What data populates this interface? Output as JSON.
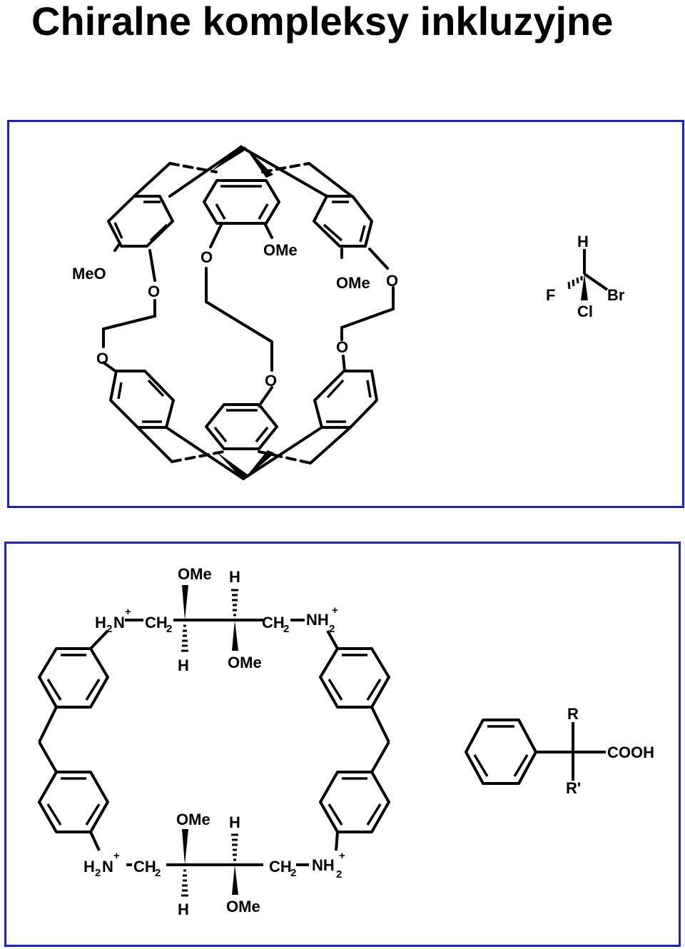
{
  "title": "Chiralne kompleksy inkluzyjne",
  "colors": {
    "panel_border": "#1a22c8",
    "ink": "#000000"
  },
  "panel1": {
    "cage": {
      "meo_left": "MeO",
      "o_left_upper": "O",
      "o_mid_upper": "O",
      "ome_mid": "OMe",
      "ome_right": "OMe",
      "o_right_upper": "O",
      "o_left_lower": "O",
      "o_mid_lower": "O",
      "o_right_lower": "O"
    },
    "chbrclf": {
      "h": "H",
      "f": "F",
      "br": "Br",
      "cl": "Cl"
    }
  },
  "panel2": {
    "macrocycle": {
      "top": {
        "h": "H",
        "h_sub": "2",
        "n": "N",
        "plus_left": "+",
        "ch_left": "CH",
        "ch_left_sub": "2",
        "ome_up": "OMe",
        "h_up": "H",
        "h_down": "H",
        "ome_down": "OMe",
        "ch_right": "CH",
        "ch_right_sub": "2",
        "nh_right": "NH",
        "nh_right_sub": "2",
        "plus_right": "+"
      },
      "bottom": {
        "h": "H",
        "h_sub": "2",
        "n": "N",
        "plus_left": "+",
        "ch_left": "CH",
        "ch_left_sub": "2",
        "ome_up": "OMe",
        "h_up": "H",
        "h_down": "H",
        "ome_down": "OMe",
        "ch_right": "CH",
        "ch_right_sub": "2",
        "nh_right": "NH",
        "nh_right_sub": "2",
        "plus_right": "+"
      }
    },
    "acid": {
      "r": "R",
      "r_prime": "R'",
      "cooh": "COOH"
    }
  }
}
